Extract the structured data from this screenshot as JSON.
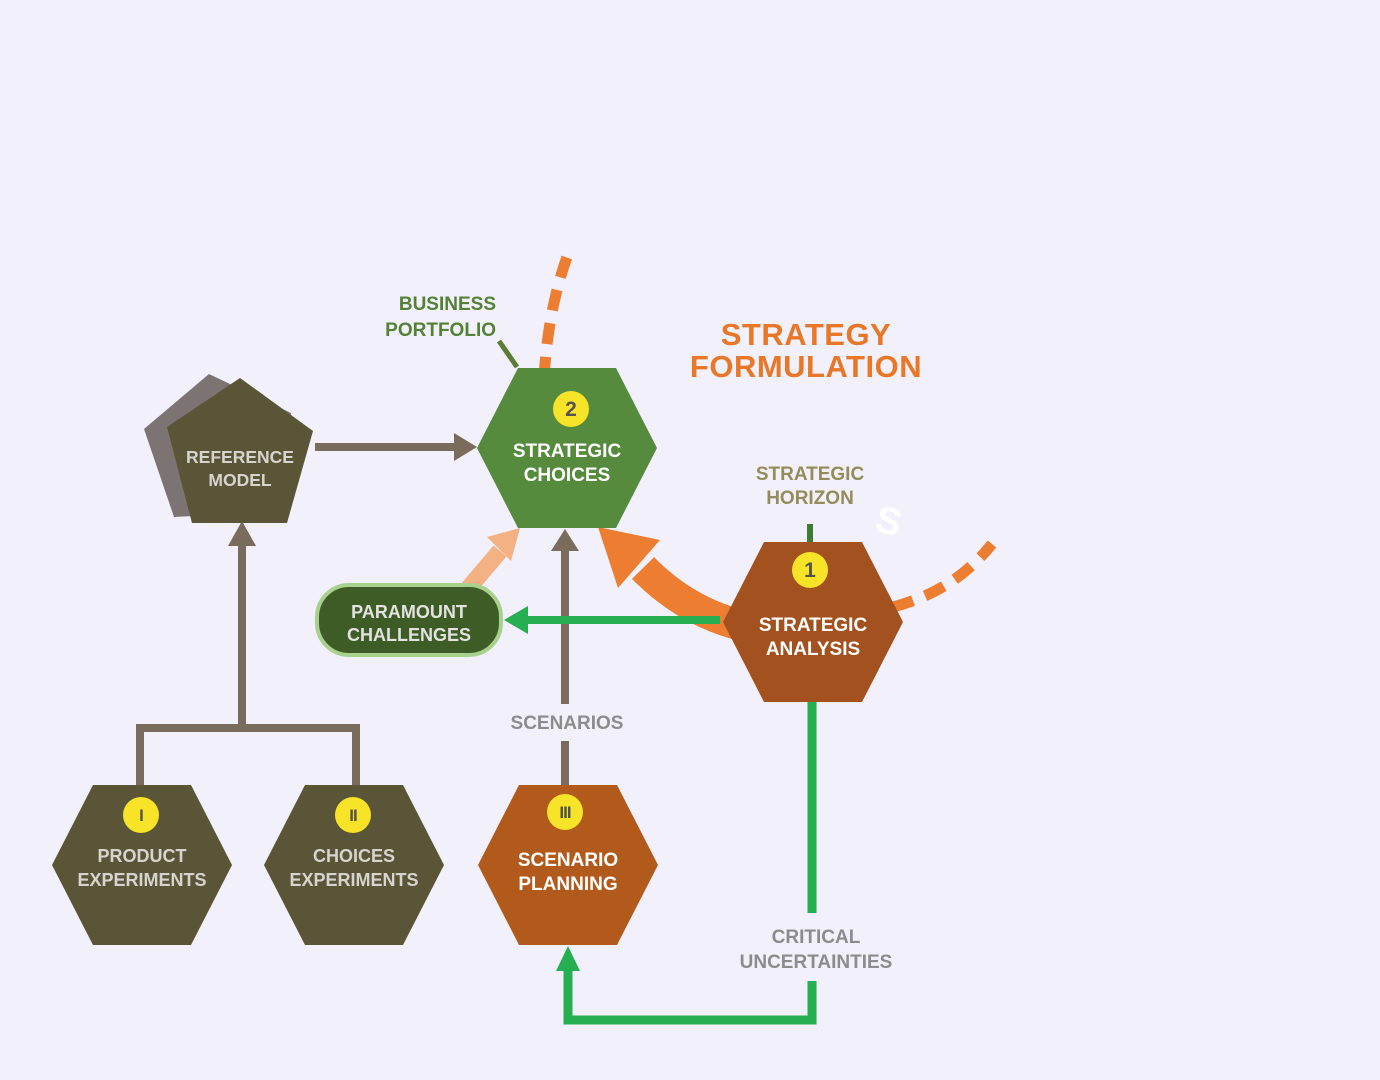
{
  "colors": {
    "background": "#F2F0FB",
    "title": "#E87728",
    "hex_green": "#568A3C",
    "hex_brown": "#A3511E",
    "hex_orange_brown": "#B25A1C",
    "hex_olive": "#5B5538",
    "pentagon": "#5B5538",
    "pentagon_shadow": "#7B7473",
    "pill_fill": "#3E5D26",
    "pill_border": "#A9D18E",
    "badge_fill": "#F7E428",
    "badge_text": "#54524A",
    "arrow_green": "#26AF50",
    "arrow_brown": "#7A6C5C",
    "arrow_orange": "#ED7D31",
    "arrow_peach": "#F4B183",
    "label_green": "#538135",
    "label_olive": "#948C5A",
    "label_gray": "#8C8C8C",
    "connector_green_dark": "#3E7C2F",
    "connector_green_olive": "#5A7D35",
    "node_text_white": "#FFFFFF",
    "node_text_light": "#D6D4CE",
    "stray_text": "#FFFFFF"
  },
  "title": {
    "line1": "STRATEGY",
    "line2": "FORMULATION"
  },
  "labels": {
    "business_portfolio": {
      "line1": "BUSINESS",
      "line2": "PORTFOLIO"
    },
    "strategic_horizon": {
      "line1": "STRATEGIC",
      "line2": "HORIZON"
    },
    "scenarios": "SCENARIOS",
    "critical_uncertainties": {
      "line1": "CRITICAL",
      "line2": "UNCERTAINTIES"
    },
    "stray_s": "S"
  },
  "nodes": {
    "strategic_choices": {
      "badge": "2",
      "line1": "STRATEGIC",
      "line2": "CHOICES"
    },
    "strategic_analysis": {
      "badge": "1",
      "line1": "STRATEGIC",
      "line2": "ANALYSIS"
    },
    "scenario_planning": {
      "badge": "III",
      "line1": "SCENARIO",
      "line2": "PLANNING"
    },
    "product_experiments": {
      "badge": "I",
      "line1": "PRODUCT",
      "line2": "EXPERIMENTS"
    },
    "choices_experiments": {
      "badge": "II",
      "line1": "CHOICES",
      "line2": "EXPERIMENTS"
    },
    "reference_model": {
      "line1": "REFERENCE",
      "line2": "MODEL"
    },
    "paramount_challenges": {
      "line1": "PARAMOUNT",
      "line2": "CHALLENGES"
    }
  }
}
